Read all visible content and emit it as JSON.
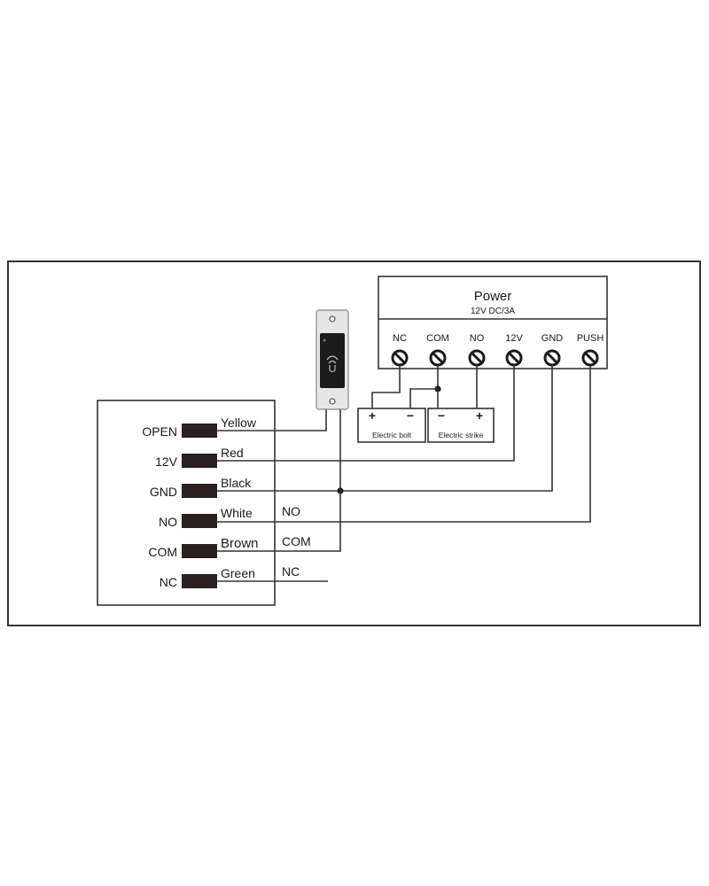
{
  "power": {
    "title": "Power",
    "subtitle": "12V DC/3A",
    "terminals": [
      "NC",
      "COM",
      "NO",
      "12V",
      "GND",
      "PUSH"
    ]
  },
  "loads": {
    "bolt": {
      "label": "Electric bolt",
      "plus": "+",
      "minus": "−"
    },
    "strike": {
      "label": "Electric strike",
      "minus": "−",
      "plus": "+"
    }
  },
  "controller": {
    "pins": [
      {
        "name": "OPEN",
        "wire": "Yellow",
        "extra": ""
      },
      {
        "name": "12V",
        "wire": "Red",
        "extra": ""
      },
      {
        "name": "GND",
        "wire": "Black",
        "extra": ""
      },
      {
        "name": "NO",
        "wire": "White",
        "extra": "NO"
      },
      {
        "name": "COM",
        "wire": "Brown",
        "extra": "COM"
      },
      {
        "name": "NC",
        "wire": "Green",
        "extra": "NC"
      }
    ]
  },
  "colors": {
    "line": "#333333",
    "pin_block": "#2b1f1f",
    "reader_body": "#1b1b1b",
    "reader_frame": "#e6e6e6"
  },
  "icons": {
    "exit_button": "contactless-reader-icon",
    "terminal": "screw-terminal-icon"
  }
}
